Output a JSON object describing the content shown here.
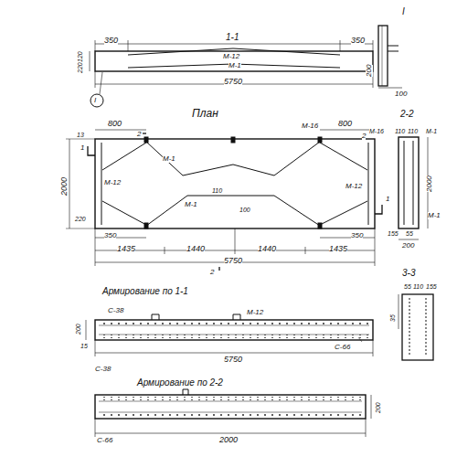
{
  "diagram": {
    "labels": [
      "1-1",
      "350",
      "350",
      "М-12",
      "М-1",
      "120",
      "220",
      "5750",
      "I",
      "I",
      "200",
      "100",
      "План",
      "800",
      "800",
      "М-16",
      "2",
      "2",
      "13",
      "1",
      "М-1",
      "М-12",
      "М-12",
      "2000",
      "М-1",
      "110",
      "100",
      "220",
      "1",
      "350",
      "350",
      "1435",
      "1440",
      "1440",
      "1435",
      "5750",
      "2",
      "2-2",
      "М-16",
      "110",
      "110",
      "М-1",
      "2000",
      "М-1",
      "155",
      "55",
      "200",
      "3-3",
      "55",
      "110",
      "155",
      "35",
      "Армирование по 1-1",
      "С-38",
      "М-12",
      "200",
      "15",
      "5750",
      "С-66",
      "С-38",
      "Армирование по 2-2",
      "С-66",
      "2000",
      "200"
    ]
  }
}
